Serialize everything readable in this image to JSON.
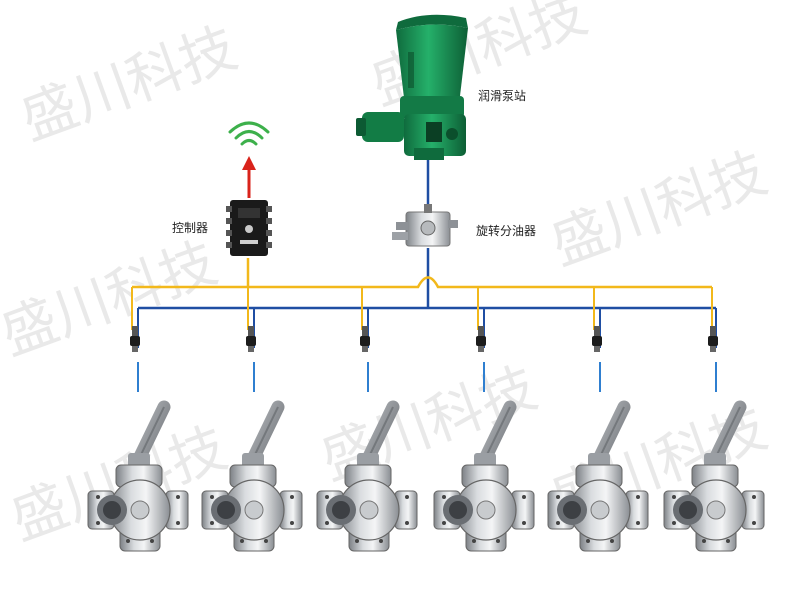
{
  "labels": {
    "pump_station": "润滑泵站",
    "controller": "控制器",
    "rotary_distributor": "旋转分油器"
  },
  "watermark": "盛川科技",
  "colors": {
    "grease_line": "#f2b81b",
    "signal_line": "#1f4ea3",
    "feed_line": "#2f7fd0",
    "wifi": "#3db04b",
    "arrow": "#d9231b",
    "pump_body": "#1d9a5c"
  },
  "valve_count": 6
}
